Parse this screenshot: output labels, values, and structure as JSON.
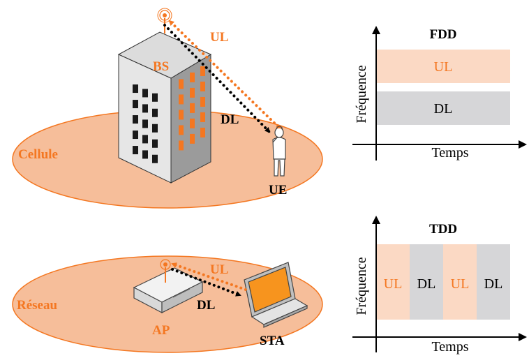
{
  "colors": {
    "orange": "#F47721",
    "ellipse_fill": "#F6BE9A",
    "ul_band": "#FBD9C4",
    "dl_band": "#D6D6D8",
    "building_front": "#E6E6E6",
    "building_side": "#9B9B9B",
    "window": "#1A1A1A",
    "black": "#000000"
  },
  "top_scene": {
    "area_label": "Cellule",
    "base_station_label": "BS",
    "user_label": "UE",
    "uplink_label": "UL",
    "downlink_label": "DL"
  },
  "bottom_scene": {
    "area_label": "Réseau",
    "access_point_label": "AP",
    "station_label": "STA",
    "uplink_label": "UL",
    "downlink_label": "DL"
  },
  "fdd_chart": {
    "title": "FDD",
    "ylabel": "Fréquence",
    "xlabel": "Temps",
    "bands": [
      "UL",
      "DL"
    ]
  },
  "tdd_chart": {
    "title": "TDD",
    "ylabel": "Fréquence",
    "xlabel": "Temps",
    "slots": [
      "UL",
      "DL",
      "UL",
      "DL"
    ]
  }
}
